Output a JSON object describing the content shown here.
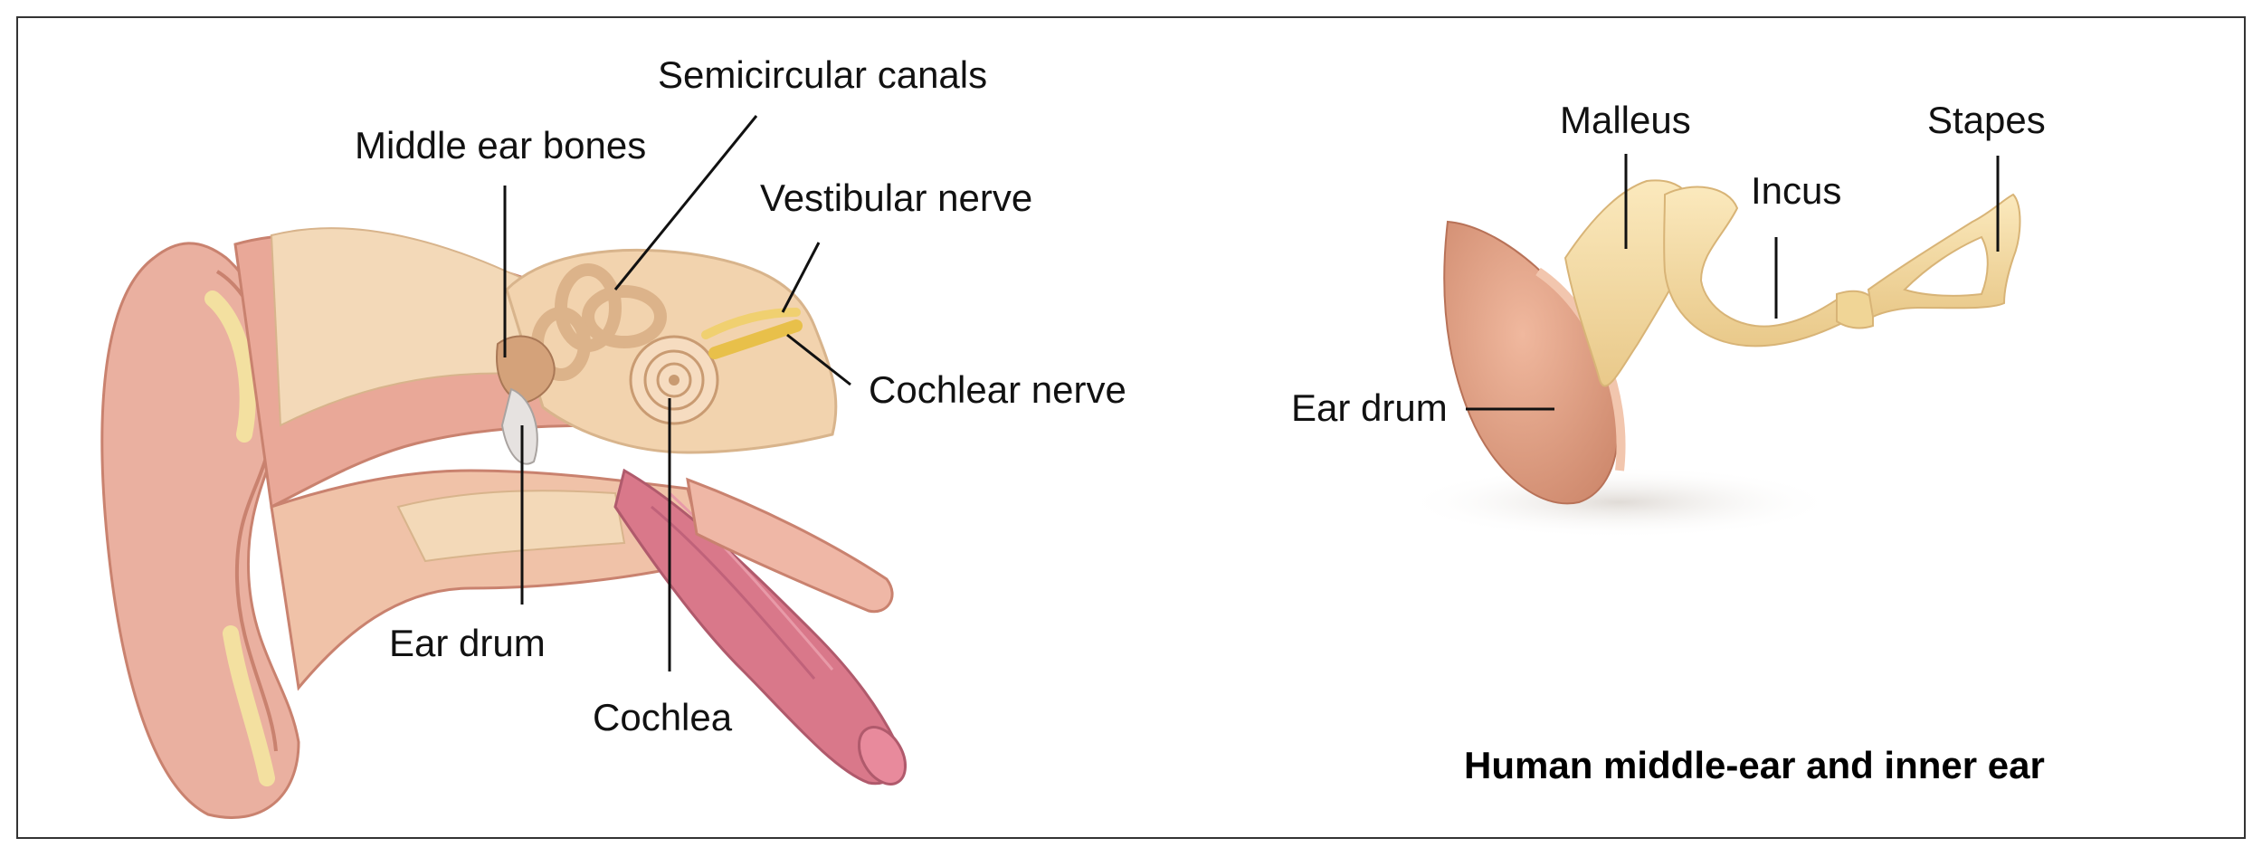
{
  "left_diagram": {
    "labels": {
      "semicircular_canals": "Semicircular canals",
      "middle_ear_bones": "Middle ear bones",
      "vestibular_nerve": "Vestibular nerve",
      "cochlear_nerve": "Cochlear nerve",
      "ear_drum": "Ear drum",
      "cochlea": "Cochlea"
    }
  },
  "right_diagram": {
    "labels": {
      "malleus": "Malleus",
      "incus": "Incus",
      "stapes": "Stapes",
      "ear_drum": "Ear drum"
    },
    "caption": "Human middle-ear and inner ear"
  },
  "colors": {
    "skin": "#eab0a0",
    "skin_dark": "#d98a7c",
    "bone": "#f3d9b8",
    "ossicle": "#f6dea4",
    "nerve": "#e8c04a",
    "tube": "#d9788a",
    "eardrum": "#e3a489"
  }
}
